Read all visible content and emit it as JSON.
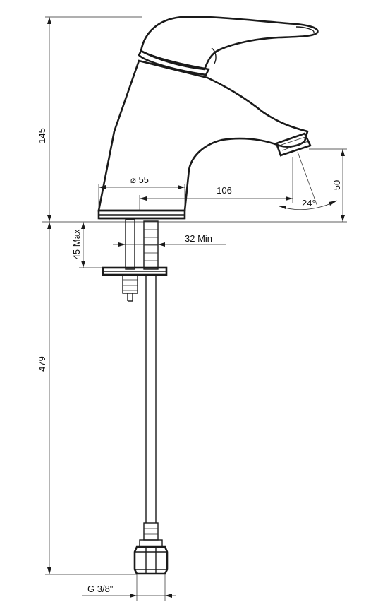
{
  "labels": {
    "diameter": "⌀ 55",
    "reach": "106",
    "outlet_height": "50",
    "spray_angle": "24°",
    "body_height": "145",
    "mount_max": "45 Max",
    "hole_min": "32 Min",
    "hose_length": "479",
    "connection_thread": "G 3/8\""
  }
}
